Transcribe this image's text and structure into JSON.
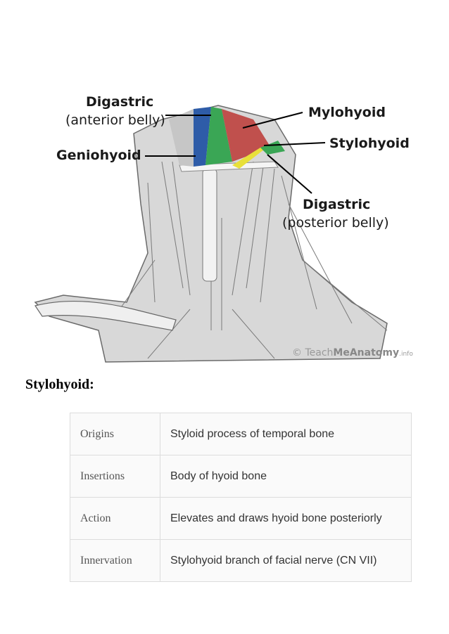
{
  "figure": {
    "labels": {
      "digastric_anterior_line1": "Digastric",
      "digastric_anterior_line2": "(anterior belly)",
      "geniohyoid": "Geniohyoid",
      "mylohyoid": "Mylohyoid",
      "stylohyoid": "Stylohyoid",
      "digastric_posterior_line1": "Digastric",
      "digastric_posterior_line2": "(posterior belly)"
    },
    "watermark": {
      "prefix": "Teach",
      "mid": "Me",
      "brand": "Anatomy",
      "suffix": ".info"
    },
    "colors": {
      "digastric_anterior": "#2e5ca8",
      "geniohyoid": "#2e5ca8",
      "mylohyoid": "#c0504d",
      "green_muscle": "#3aa655",
      "stylohyoid": "#e8e03a"
    }
  },
  "section": {
    "title": "Stylohyoid:"
  },
  "table": {
    "rows": [
      {
        "key": "Origins",
        "value": "Styloid process of temporal bone"
      },
      {
        "key": "Insertions",
        "value": "Body of hyoid bone"
      },
      {
        "key": "Action",
        "value": "Elevates and draws hyoid bone posteriorly"
      },
      {
        "key": "Innervation",
        "value": "Stylohyoid branch of facial nerve (CN VII)"
      }
    ]
  }
}
